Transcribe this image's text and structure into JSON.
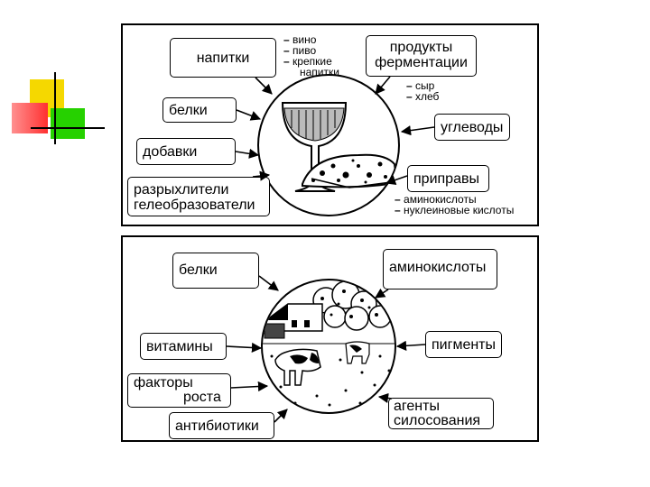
{
  "top": {
    "callouts": {
      "drinks": "напитки",
      "fermentation_products": [
        "продукты",
        "ферментации"
      ],
      "proteins": "белки",
      "carbohydrates": "углеводы",
      "additives": "добавки",
      "seasonings": "приправы",
      "leaveners": [
        "разрыхлители",
        "гелеобразователи"
      ]
    },
    "drinks_list": [
      "вино",
      "пиво",
      "крепкие",
      "напитки"
    ],
    "fermentation_list": [
      "сыр",
      "хлеб"
    ],
    "seasonings_list": [
      "аминокислоты",
      "нуклеиновые кислоты"
    ]
  },
  "bottom": {
    "callouts": {
      "proteins": "белки",
      "amino_acids": "аминокислоты",
      "vitamins": "витамины",
      "pigments": "пигменты",
      "growth_factors": [
        "факторы",
        "роста"
      ],
      "silage_agents": [
        "агенты",
        "силосования"
      ],
      "antibiotics": "антибиотики"
    }
  },
  "colors": {
    "yellow": "#f5d800",
    "red": "#ff3030",
    "green": "#26d100",
    "line": "#000000"
  },
  "icons": [
    "wine-glass-icon",
    "cheese-bread-icon",
    "farm-scene-icon",
    "cow-icon"
  ]
}
